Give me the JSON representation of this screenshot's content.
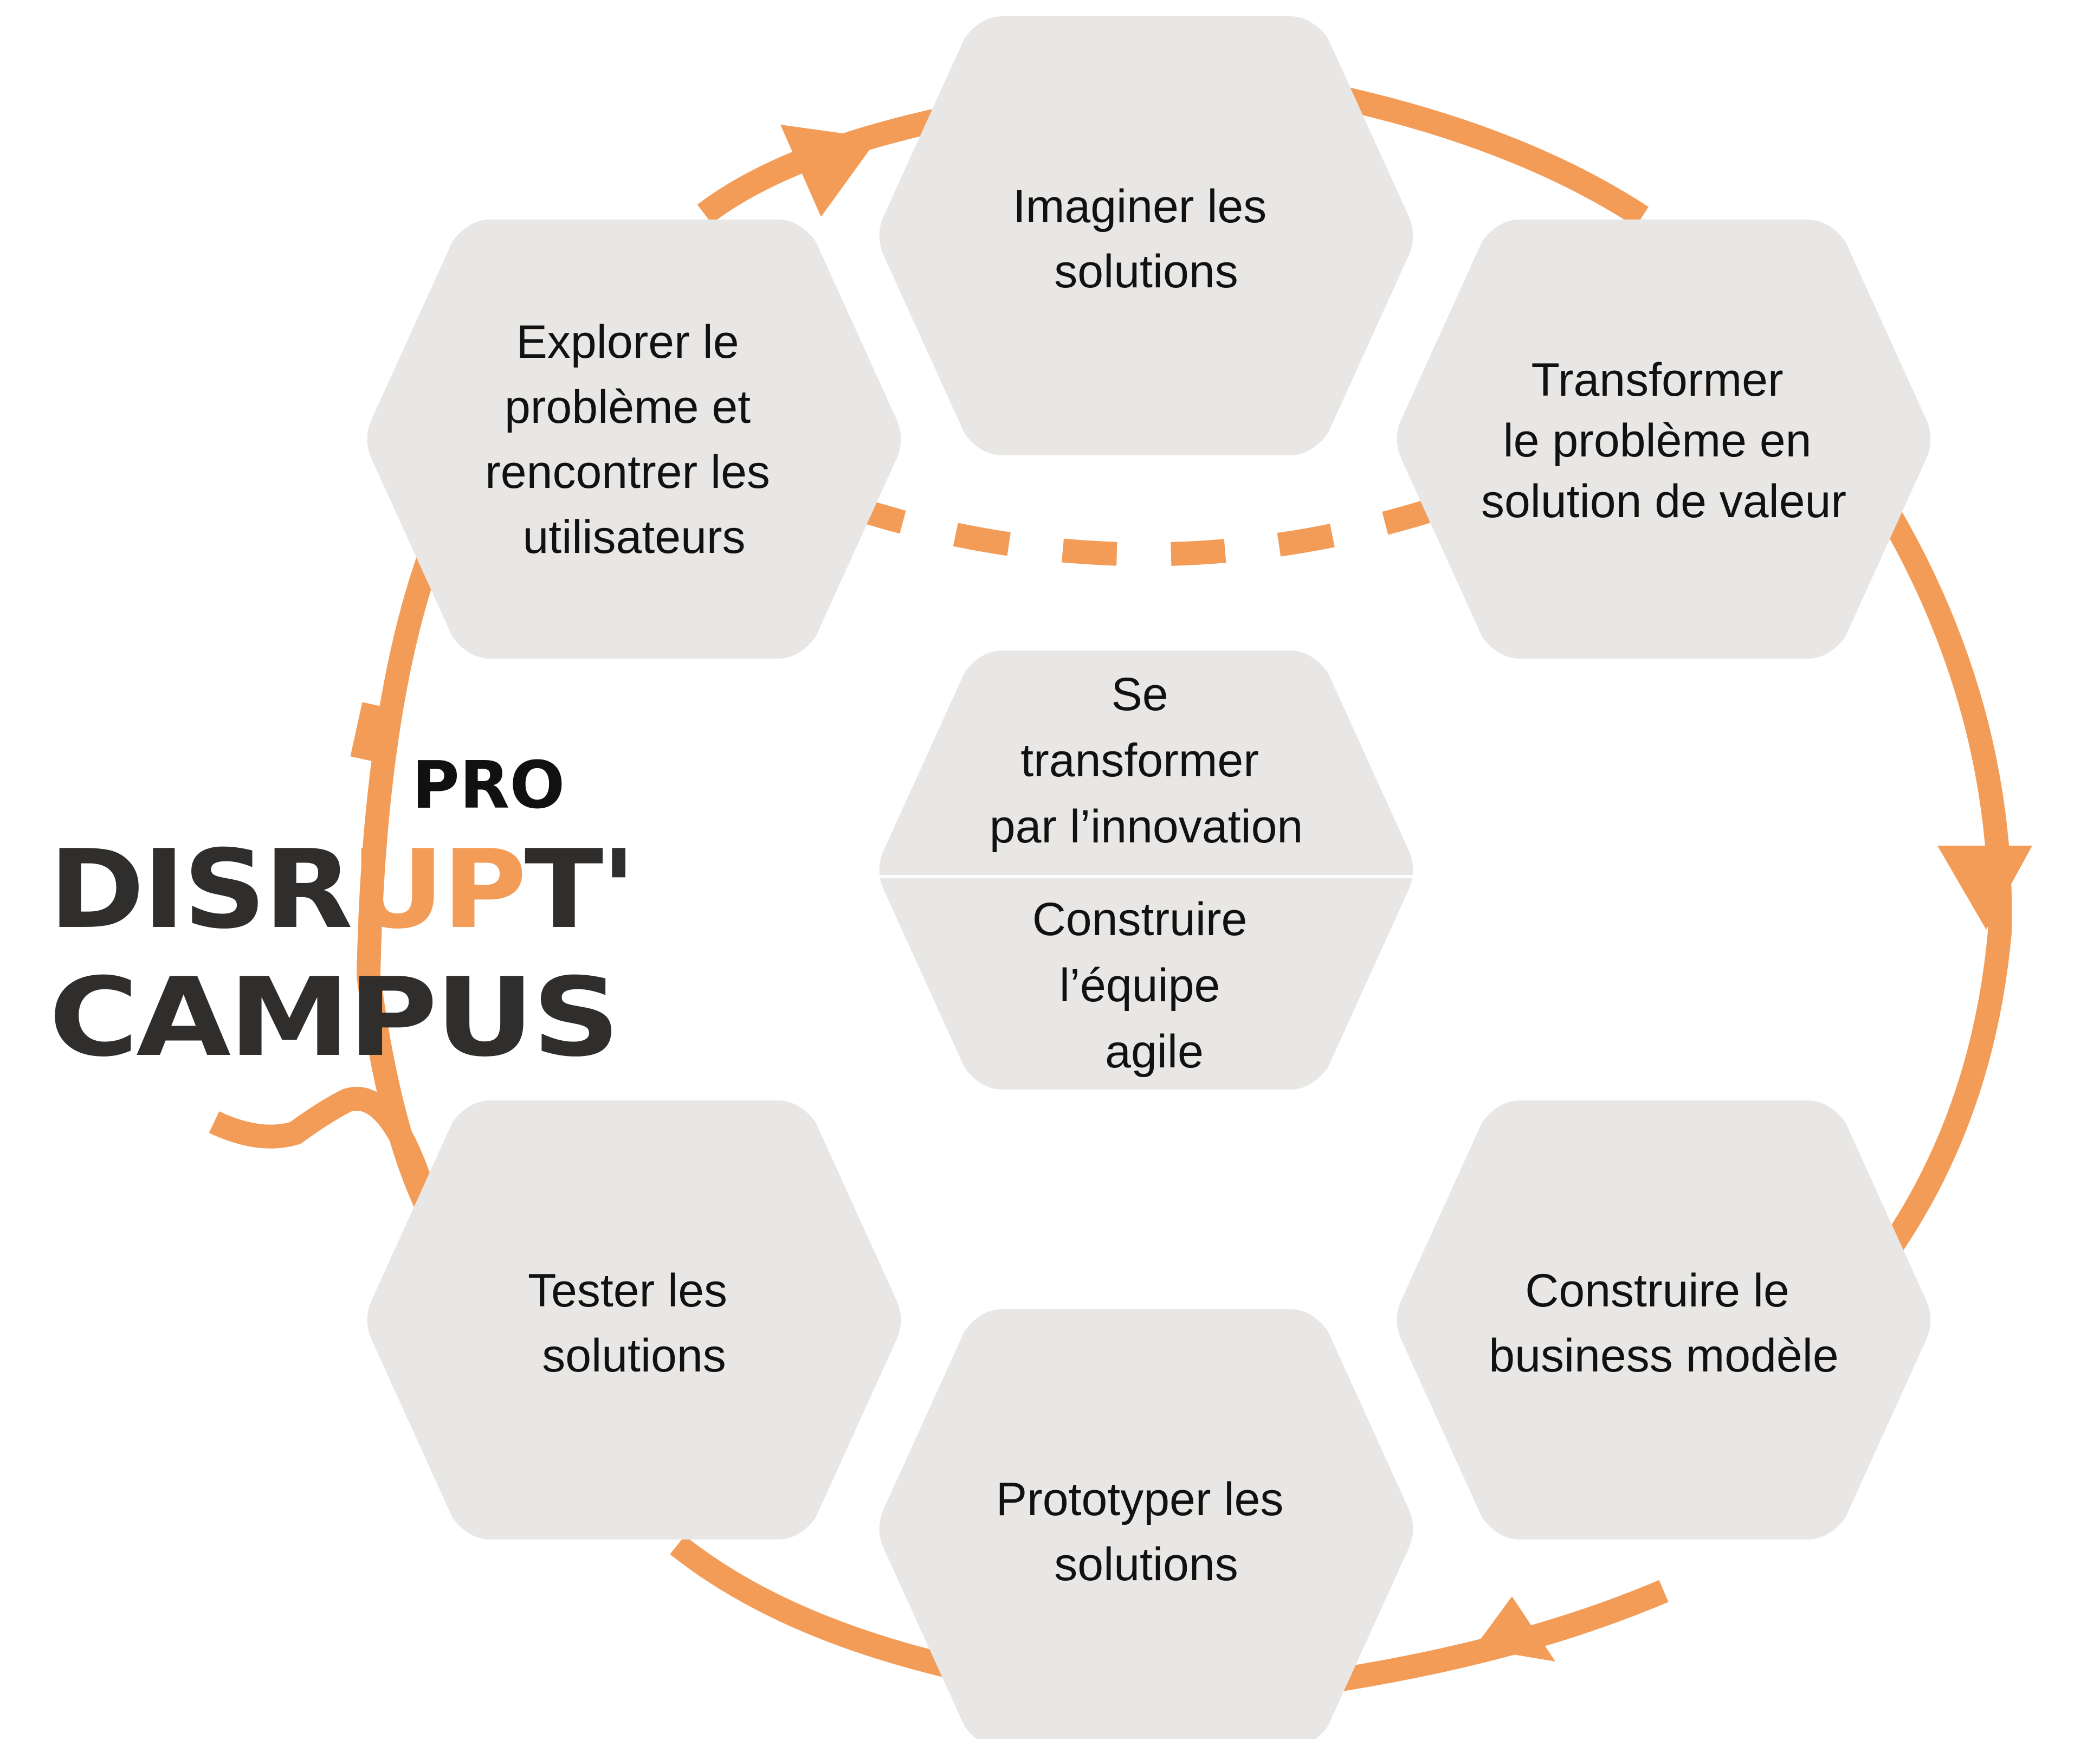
{
  "colors": {
    "accent": "#F39C57",
    "hex_fill": "#E8E7E5",
    "text": "#111111",
    "logo_dark": "#2F2E2C",
    "background": "#FFFFFF"
  },
  "logo": {
    "pro": "PRO",
    "line1_a": "DISR",
    "line1_b": "UP",
    "line1_c": "T'",
    "line2_a": "CAMP",
    "line2_b": "US"
  },
  "nodes": {
    "top": {
      "lines": [
        "Imaginer les",
        "solutions"
      ]
    },
    "top_left": {
      "lines": [
        "Explorer le",
        "problème et",
        "rencontrer les",
        "utilisateurs"
      ]
    },
    "top_right": {
      "lines": [
        "Transformer",
        "le problème en",
        "solution de valeur"
      ]
    },
    "bottom_right": {
      "lines": [
        "Construire le",
        "business modèle"
      ]
    },
    "bottom": {
      "lines": [
        "Prototyper les",
        "solutions"
      ]
    },
    "bottom_left": {
      "lines": [
        "Tester les",
        "solutions"
      ]
    },
    "center_top": {
      "lines": [
        "Se",
        "transformer",
        "par l’innovation"
      ]
    },
    "center_bottom": {
      "lines": [
        "Construire",
        "l’équipe",
        "agile"
      ]
    }
  }
}
